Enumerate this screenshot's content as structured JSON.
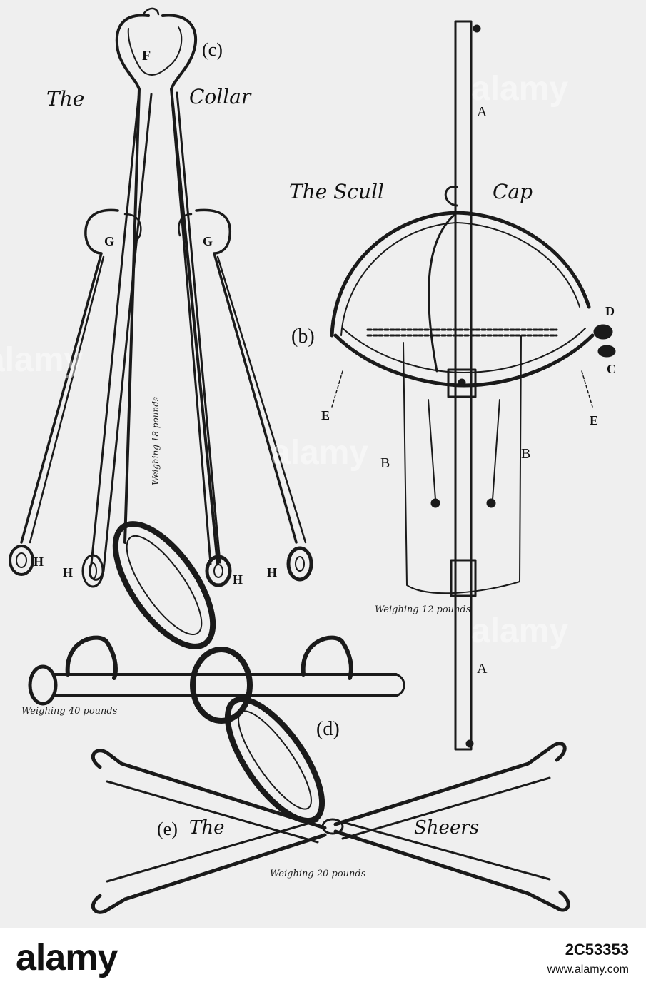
{
  "plate": {
    "collar": {
      "caption_left": "The",
      "caption_right": "Collar",
      "letter_c": "(c)",
      "letter_f": "F",
      "letter_g": "G",
      "letter_h": "H",
      "weight": "Weighing 18 pounds"
    },
    "skull_cap": {
      "caption_left": "The Scull",
      "caption_right": "Cap",
      "letter_a": "A",
      "letter_b": "B",
      "letter_paren_b": "(b)",
      "letter_c": "C",
      "letter_d": "D",
      "letter_e": "E",
      "weight": "Weighing 12 pounds"
    },
    "shackle": {
      "letter_d": "(d)",
      "weight": "Weighing 40 pounds"
    },
    "sheers": {
      "letter_e": "(e)",
      "caption_left": "The",
      "caption_right": "Sheers",
      "weight": "Weighing 20 pounds"
    },
    "watermark": "alamy"
  },
  "footer": {
    "brand": "alamy",
    "image_id": "2C53353",
    "site": "www.alamy.com"
  }
}
